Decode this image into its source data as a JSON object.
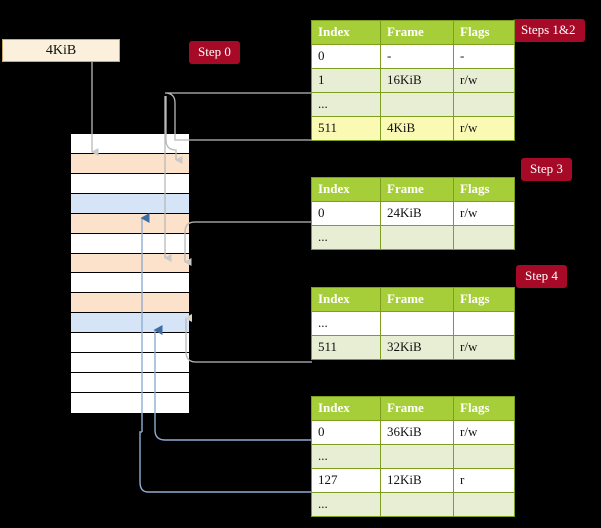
{
  "diagram": {
    "title_box": {
      "label": "4KiB"
    },
    "badges": [
      {
        "name": "step-0",
        "label": "Step 0"
      },
      {
        "name": "steps-1-2",
        "label": "Steps 1&2"
      },
      {
        "name": "step-3",
        "label": "Step 3"
      },
      {
        "name": "step-4",
        "label": "Step 4"
      }
    ],
    "colors": {
      "header_green": "#a6ce39",
      "row_alt_green": "#e8eed4",
      "highlight_yellow": "#fafab4",
      "badge_red": "#a60a26",
      "frame_cream": "#faf0dc",
      "mem_peach": "#fce2cb",
      "mem_blue": "#d6e4f7",
      "wire_grey": "#b0b0b0",
      "wire_blue": "#7a9ac4"
    },
    "memory_column": {
      "name": "physical-memory-column",
      "rows": [
        {
          "fill": "white"
        },
        {
          "fill": "peach"
        },
        {
          "fill": "white"
        },
        {
          "fill": "blue"
        },
        {
          "fill": "peach"
        },
        {
          "fill": "white"
        },
        {
          "fill": "peach"
        },
        {
          "fill": "white"
        },
        {
          "fill": "peach"
        },
        {
          "fill": "blue"
        },
        {
          "fill": "white"
        },
        {
          "fill": "white"
        },
        {
          "fill": "white"
        },
        {
          "fill": "white"
        }
      ]
    },
    "tables": [
      {
        "name": "page-table-level-1",
        "headers": [
          "Index",
          "Frame",
          "Flags"
        ],
        "rows": [
          {
            "style": "plain",
            "cells": [
              "0",
              "-",
              "-"
            ]
          },
          {
            "style": "alt",
            "cells": [
              "1",
              "16KiB",
              "r/w"
            ]
          },
          {
            "style": "alt",
            "cells": [
              "...",
              "",
              ""
            ]
          },
          {
            "style": "highlight",
            "cells": [
              "511",
              "4KiB",
              "r/w"
            ]
          }
        ]
      },
      {
        "name": "page-table-level-2",
        "headers": [
          "Index",
          "Frame",
          "Flags"
        ],
        "rows": [
          {
            "style": "plain",
            "cells": [
              "0",
              "24KiB",
              "r/w"
            ]
          },
          {
            "style": "alt",
            "cells": [
              "...",
              "",
              ""
            ]
          }
        ]
      },
      {
        "name": "page-table-level-3",
        "headers": [
          "Index",
          "Frame",
          "Flags"
        ],
        "rows": [
          {
            "style": "plain",
            "cells": [
              "...",
              "",
              ""
            ]
          },
          {
            "style": "alt",
            "cells": [
              "511",
              "32KiB",
              "r/w"
            ]
          }
        ]
      },
      {
        "name": "page-table-level-4",
        "headers": [
          "Index",
          "Frame",
          "Flags"
        ],
        "rows": [
          {
            "style": "plain",
            "cells": [
              "0",
              "36KiB",
              "r/w"
            ]
          },
          {
            "style": "alt",
            "cells": [
              "...",
              "",
              ""
            ]
          },
          {
            "style": "plain",
            "cells": [
              "127",
              "12KiB",
              "r"
            ]
          },
          {
            "style": "alt",
            "cells": [
              "...",
              "",
              ""
            ]
          }
        ]
      }
    ]
  }
}
